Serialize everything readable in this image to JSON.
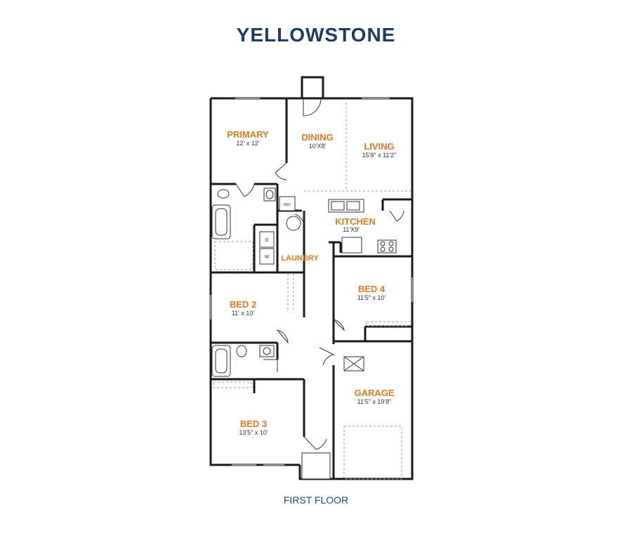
{
  "title": "YELLOWSTONE",
  "floor_label": "FIRST FLOOR",
  "rooms": {
    "primary": {
      "name": "PRIMARY",
      "dim": "12' x 12'"
    },
    "dining": {
      "name": "DINING",
      "dim": "10'X8'"
    },
    "living": {
      "name": "LIVING",
      "dim": "15'8\" x 11'2\""
    },
    "kitchen": {
      "name": "KITCHEN",
      "dim": "11'X9'"
    },
    "laundry": {
      "name": "LAUNDRY"
    },
    "bed2": {
      "name": "BED 2",
      "dim": "11' x 10'"
    },
    "bed4": {
      "name": "BED 4",
      "dim": "11'5\" x 10'"
    },
    "garage": {
      "name": "GARAGE",
      "dim": "11'5\" x 19'8\""
    },
    "bed3": {
      "name": "BED 3",
      "dim": "13'5\" x 10'"
    }
  },
  "appliances": {
    "dryer": "D",
    "washer": "W",
    "refrigerator": "REF"
  },
  "colors": {
    "title": "#1f3a68",
    "room_name": "#e07a1f",
    "wall": "#1a1a1a"
  }
}
